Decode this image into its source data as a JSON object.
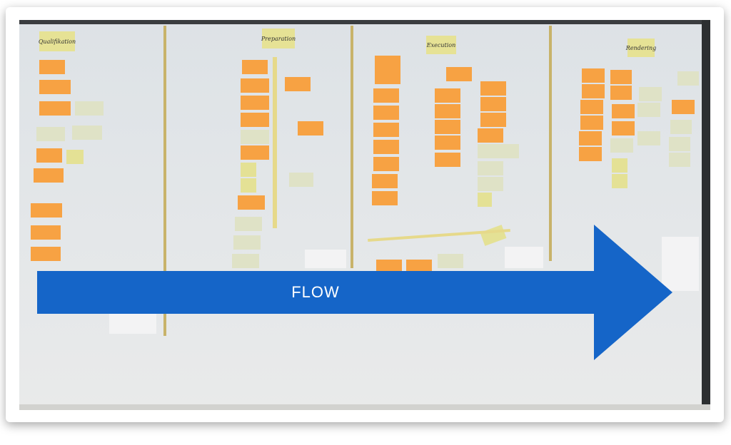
{
  "board": {
    "columns": [
      {
        "title": "Qualifikation"
      },
      {
        "title": "Preparation"
      },
      {
        "title": "Execution"
      },
      {
        "title": "Rendering"
      }
    ]
  },
  "overlay": {
    "label": "FLOW",
    "color": "#1565c8"
  },
  "colors": {
    "orange_note": "#f7a243",
    "yellow_note": "#e4e195",
    "wall": "#e0e4e7"
  }
}
